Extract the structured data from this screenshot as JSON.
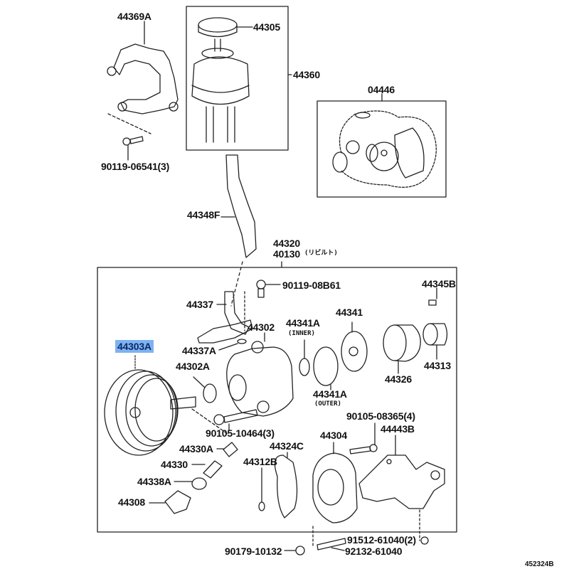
{
  "diagram": {
    "title": "Power steering vane pump & reservoir parts",
    "reference_code": "452324B",
    "highlight_color": "#7fb2f0",
    "highlighted_part": "44303A",
    "labels": {
      "p44369A": "44369A",
      "p44305": "44305",
      "p44360": "44360",
      "p90119_06541": "90119-06541(3)",
      "p04446": "04446",
      "p44348F": "44348F",
      "p44320": "44320",
      "p40130": "40130",
      "p40130_note": "(リビルト)",
      "p90119_08B61": "90119-08B61",
      "p44345B": "44345B",
      "p44337": "44337",
      "p44302": "44302",
      "p44341A_inner": "44341A",
      "inner_note": "(INNER)",
      "p44341": "44341",
      "p44303A": "44303A",
      "p44337A": "44337A",
      "p44326": "44326",
      "p44313": "44313",
      "p44302A": "44302A",
      "p44341A_outer": "44341A",
      "outer_note": "(OUTER)",
      "p90105_08365": "90105-08365(4)",
      "p90105_10464": "90105-10464(3)",
      "p44304": "44304",
      "p44443B": "44443B",
      "p44330A": "44330A",
      "p44324C": "44324C",
      "p44330": "44330",
      "p44312B": "44312B",
      "p44338A": "44338A",
      "p44308": "44308",
      "p90179_10132": "90179-10132",
      "p91512_61040": "91512-61040(2)",
      "p92132_61040": "92132-61040"
    }
  }
}
